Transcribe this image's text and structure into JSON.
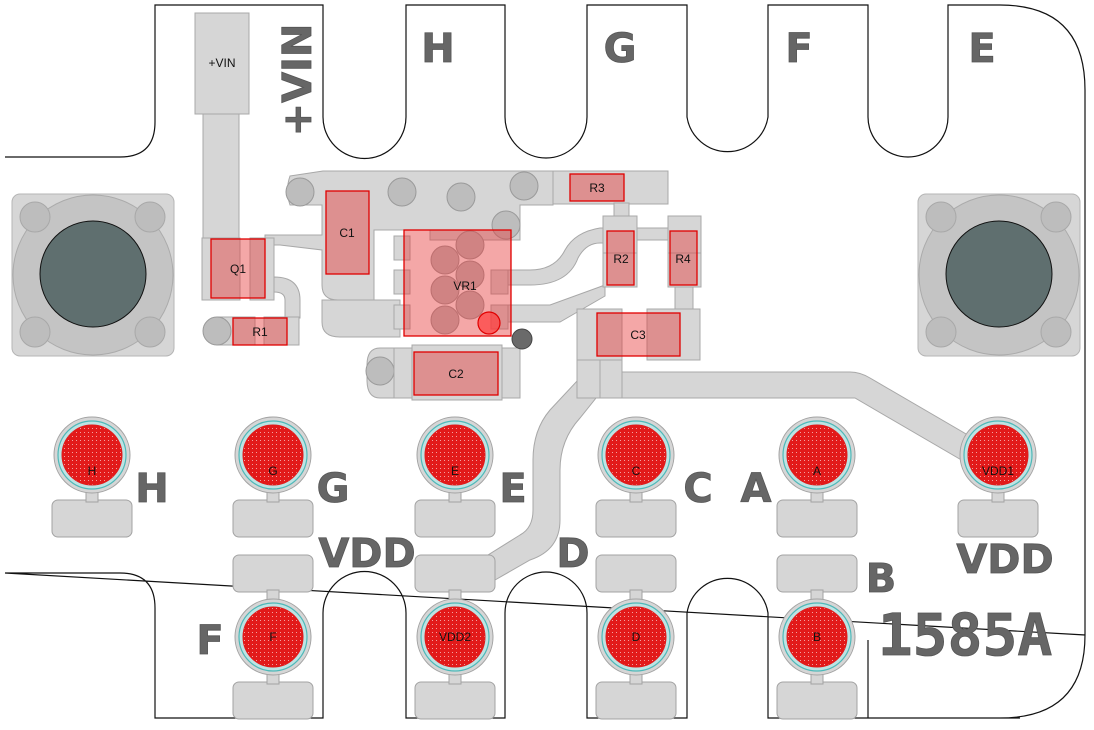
{
  "board": {
    "part_number": "1585A",
    "colors": {
      "outline": "#111111",
      "copper": "#d6d6d6",
      "component": "#e00000",
      "silkscreen": "#666666",
      "test_point": "#e21a1a",
      "test_ring": "#4fb8b8",
      "mount_hole": "#5f6f6f"
    }
  },
  "edge_labels": {
    "vin": "+VIN",
    "h": "H",
    "g": "G",
    "f": "F",
    "e": "E"
  },
  "components": {
    "vin_pad": "+VIN",
    "q1": "Q1",
    "r1": "R1",
    "c1": "C1",
    "vr1": "VR1",
    "c2": "C2",
    "r3": "R3",
    "r2": "R2",
    "r4": "R4",
    "c3": "C3"
  },
  "test_points": {
    "h": "H",
    "g": "G",
    "e": "E",
    "c": "C",
    "a": "A",
    "vdd1": "VDD1",
    "f": "F",
    "vdd2": "VDD2",
    "d": "D",
    "b": "B"
  },
  "silk_labels": {
    "h": "H",
    "g": "G",
    "e": "E",
    "c": "C",
    "a": "A",
    "vdd_left": "VDD",
    "d": "D",
    "b": "B",
    "vdd_right": "VDD",
    "f": "F"
  }
}
